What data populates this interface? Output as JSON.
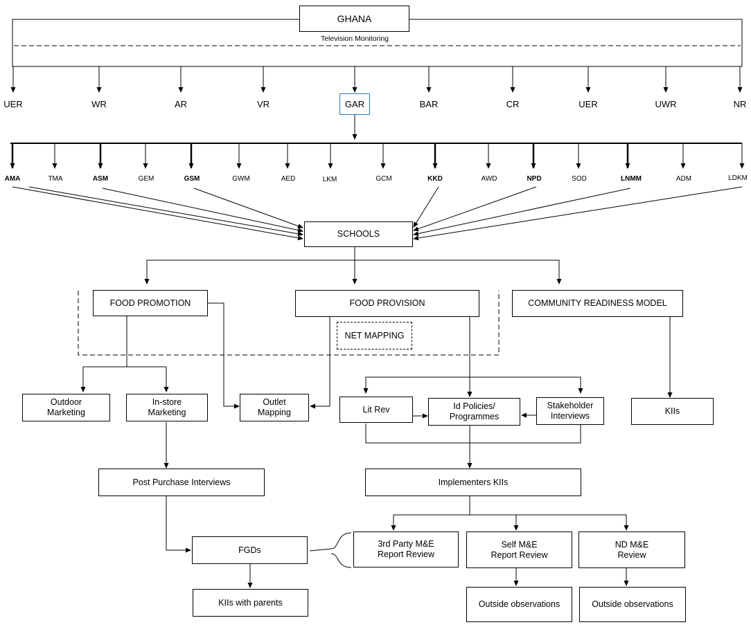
{
  "country": "GHANA",
  "monitoring": "Television Monitoring",
  "regions": [
    "UER",
    "WR",
    "AR",
    "VR",
    "GAR",
    "BAR",
    "CR",
    "UER",
    "UWR",
    "NR"
  ],
  "districts": [
    {
      "name": "AMA",
      "bold": true
    },
    {
      "name": "TMA",
      "bold": false
    },
    {
      "name": "ASM",
      "bold": true
    },
    {
      "name": "GEM",
      "bold": false
    },
    {
      "name": "GSM",
      "bold": true
    },
    {
      "name": "GWM",
      "bold": false
    },
    {
      "name": "AED",
      "bold": false
    },
    {
      "name": "LKM",
      "bold": false
    },
    {
      "name": "GCM",
      "bold": false
    },
    {
      "name": "KKD",
      "bold": true
    },
    {
      "name": "AWD",
      "bold": false
    },
    {
      "name": "NPD",
      "bold": true
    },
    {
      "name": "SOD",
      "bold": false
    },
    {
      "name": "LNMM",
      "bold": true
    },
    {
      "name": "ADM",
      "bold": false
    },
    {
      "name": "LDKM",
      "bold": false
    }
  ],
  "schools": "SCHOOLS",
  "food_promotion": "FOOD PROMOTION",
  "food_provision": "FOOD PROVISION",
  "community_readiness": "COMMUNITY READINESS MODEL",
  "net_mapping": "NET MAPPING",
  "outdoor_marketing": [
    "Outdoor",
    "Marketing"
  ],
  "instore_marketing": [
    "In-store",
    "Marketing"
  ],
  "outlet_mapping": [
    "Outlet",
    "Mapping"
  ],
  "lit_rev": "Lit Rev",
  "id_policies": [
    "Id Policies/",
    "Programmes"
  ],
  "stakeholder_interviews": [
    "Stakeholder",
    "Interviews"
  ],
  "kiis": "KIIs",
  "post_purchase": "Post Purchase Interviews",
  "implementers_kiis": "Implementers KIIs",
  "fgds": "FGDs",
  "third_party": [
    "3rd Party M&E",
    "Report Review"
  ],
  "self_me": [
    "Self M&E",
    "Report Review"
  ],
  "nd_me": [
    "ND M&E",
    "Review"
  ],
  "kiis_parents": "KIIs with parents",
  "outside_obs_1": "Outside observations",
  "outside_obs_2": "Outside observations"
}
